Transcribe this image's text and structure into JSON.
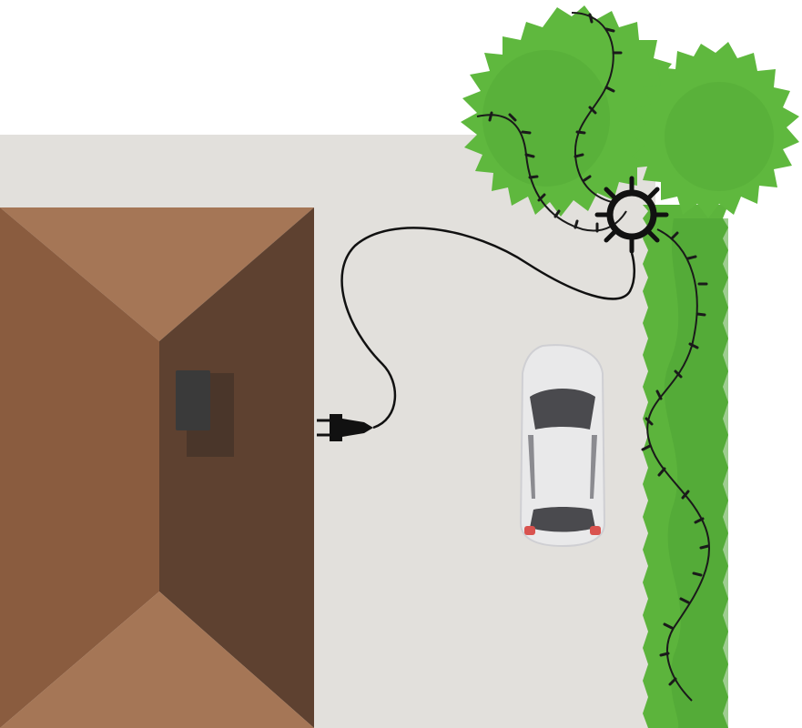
{
  "scene": {
    "subjects": [
      "house-roof",
      "roof-vent",
      "driveway",
      "car",
      "extension-cord",
      "power-plug",
      "outdoor-power-splitter",
      "tree",
      "hedge",
      "string-lights"
    ],
    "colors": {
      "background": "#ffffff",
      "driveway": "#e2e0dc",
      "roof_light": "#a57656",
      "roof_mid": "#8a5c3f",
      "roof_dark": "#5e4130",
      "vent": "#3f3f3f",
      "vent_shadow": "#4a362a",
      "foliage_light": "#6bc24a",
      "foliage_mid": "#56ad3a",
      "foliage_dark": "#3f8f2a",
      "cord": "#111111",
      "car_body": "#e9e9ea",
      "car_glass": "#4a4a4e",
      "car_taillight": "#d9534f"
    }
  }
}
